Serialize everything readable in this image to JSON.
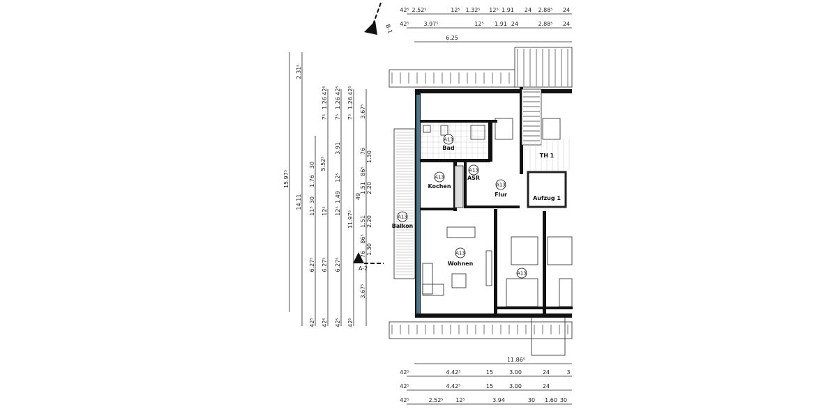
{
  "plan": {
    "section_markers": [
      "B-1",
      "A-2"
    ],
    "room_tag": "A13",
    "rooms": [
      {
        "name": "Bad",
        "tag": "A13"
      },
      {
        "name": "Kochen",
        "tag": "A13"
      },
      {
        "name": "ASR",
        "tag": "A13"
      },
      {
        "name": "Flur",
        "tag": "A13"
      },
      {
        "name": "Balkon",
        "tag": "A13"
      },
      {
        "name": "Wohnen",
        "tag": "A13"
      },
      {
        "name": "",
        "tag": "A13"
      },
      {
        "name": "TH 1",
        "tag": ""
      },
      {
        "name": "Aufzug 1",
        "tag": ""
      }
    ],
    "dims_top": [
      [
        "42⁵",
        "2.52⁵",
        "12⁵",
        "1.32⁵",
        "12⁵",
        "1.91",
        "24",
        "2.88⁵",
        "24"
      ],
      [
        "42⁵",
        "3.97⁵",
        "12⁵",
        "1.91",
        "24",
        "2.88⁵",
        "24"
      ],
      [
        "6.25"
      ]
    ],
    "dims_bottom": [
      [
        "11.86⁵"
      ],
      [
        "42⁵",
        "4.42⁵",
        "15",
        "3.00",
        "24",
        "3"
      ],
      [
        "42⁵",
        "4.42⁵",
        "15",
        "3.00",
        "24"
      ],
      [
        "42⁵",
        "2.52⁵",
        "12⁵",
        "3.94",
        "30",
        "1.60",
        "30"
      ]
    ],
    "dims_left": [
      [
        "15.97⁵"
      ],
      [
        "2.31⁵",
        "14.11"
      ],
      [
        "30",
        "1.76",
        "30",
        "11⁵",
        "6.27⁵",
        "42⁵"
      ],
      [
        "42⁵",
        "1.26",
        "7⁵",
        "5.52⁵",
        "12⁵",
        "6.27⁵",
        "42⁵"
      ],
      [
        "42⁵",
        "1.26",
        "7⁵",
        "3.91",
        "12⁵",
        "1.49",
        "12⁵",
        "6.27⁵",
        "42⁵"
      ],
      [
        "42⁵",
        "1.26",
        "7⁵",
        "49",
        "11.97⁵",
        "42⁵"
      ],
      [
        "3.67⁵",
        "76",
        "86⁵",
        "1.51",
        "1.51",
        "86⁵",
        "76",
        "3.67⁵"
      ],
      [
        "1.30",
        "2.20",
        "2.20",
        "1.30"
      ]
    ],
    "colors": {
      "wall": "#111111",
      "insulation": "#4a7a8a",
      "line": "#222222"
    }
  }
}
